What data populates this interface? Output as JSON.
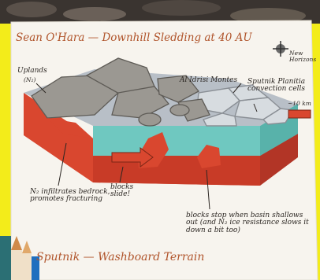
{
  "sketch": {
    "title": "Sean O'Hara — Downhill Sledding at 40 AU",
    "bottom_title": "Sputnik — Washboard Terrain",
    "labels": {
      "uplands": "Uplands",
      "uplands_sub": "(N₂)",
      "montes": "Al Idrisi Montes",
      "convection": "Sputnik Planitia convection cells",
      "scale": "~10 km",
      "n2_infiltrates": "N₂ infiltrates bedrock, promotes fracturing",
      "blocks_slide": "blocks slide!",
      "blocks_stop": "blocks stop when basin shallows out (and N₂ ice resistance slows it down a bit too)",
      "new_horizons": "New Horizons"
    }
  },
  "colors": {
    "page_background": "#f3ec1a",
    "paper": "#f7f4ee",
    "bedrock_red": "#d9472f",
    "ice_teal": "#6fc8c0",
    "blocks_gray": "#9b9892",
    "title_ink": "#b0542b"
  }
}
